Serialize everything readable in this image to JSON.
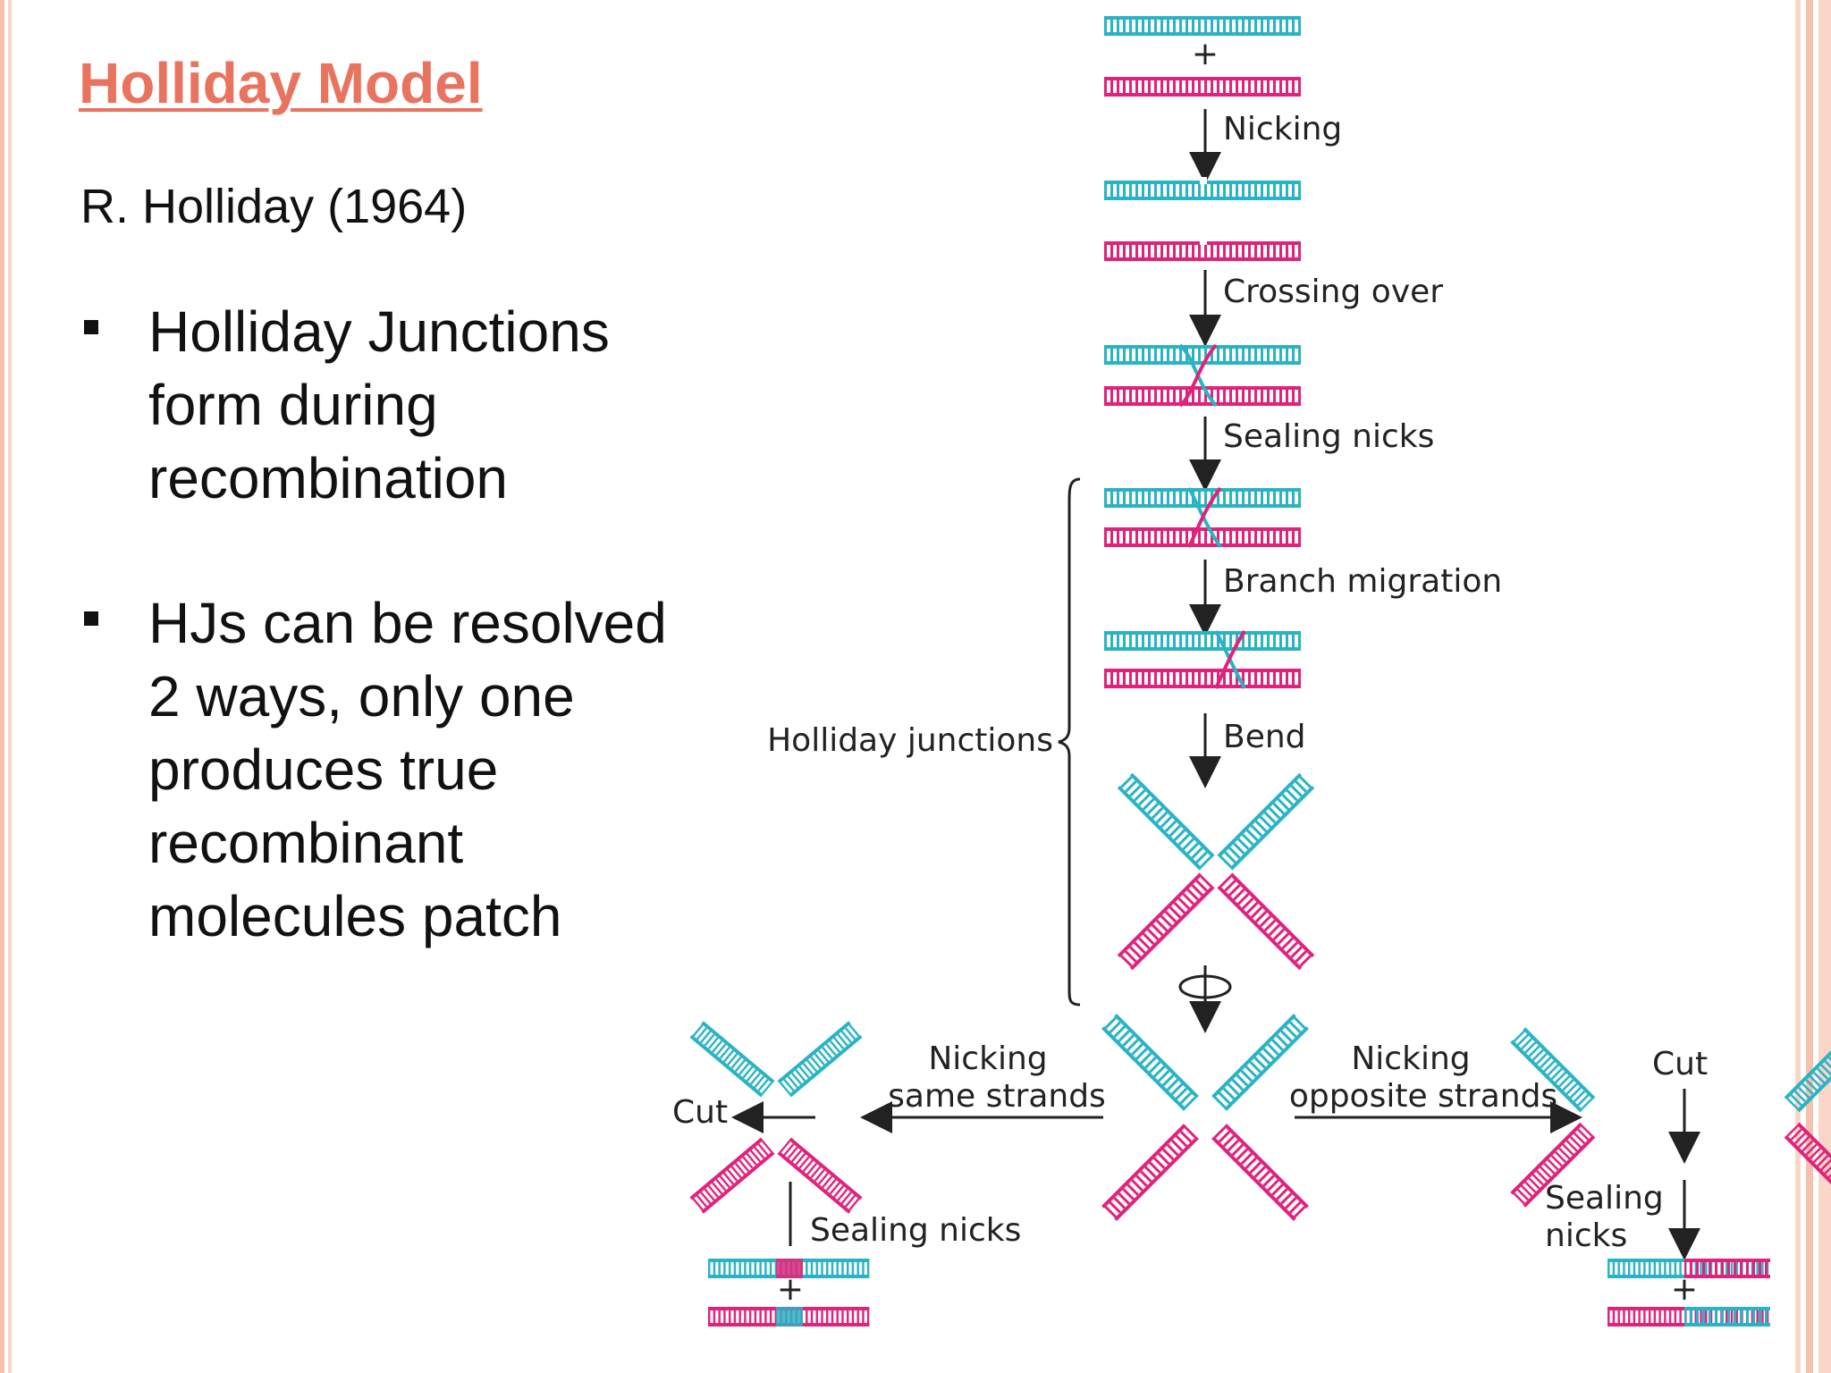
{
  "slide": {
    "title": "Holliday Model",
    "subtitle": "R. Holliday (1964)",
    "bullets": [
      "Holliday Junctions form during recombination",
      "HJs can be resolved 2 ways, only one produces true recombinant molecules patch"
    ]
  },
  "diagram": {
    "plus_sign": "+",
    "steps": [
      "Nicking",
      "Crossing over",
      "Sealing nicks",
      "Branch migration",
      "Bend"
    ],
    "bracket_label": "Holliday junctions",
    "left_branch": {
      "label_line1": "Nicking",
      "label_line2": "same strands",
      "cut_label": "Cut",
      "sealing_label": "Sealing nicks"
    },
    "right_branch": {
      "label_line1": "Nicking",
      "label_line2": "opposite strands",
      "cut_label": "Cut",
      "sealing_line1": "Sealing",
      "sealing_line2": "nicks"
    }
  },
  "colors": {
    "title": "#e8735e",
    "strand_cyan": "#2ab3c4",
    "strand_magenta": "#e0237a",
    "border": "#f6c2ad"
  }
}
